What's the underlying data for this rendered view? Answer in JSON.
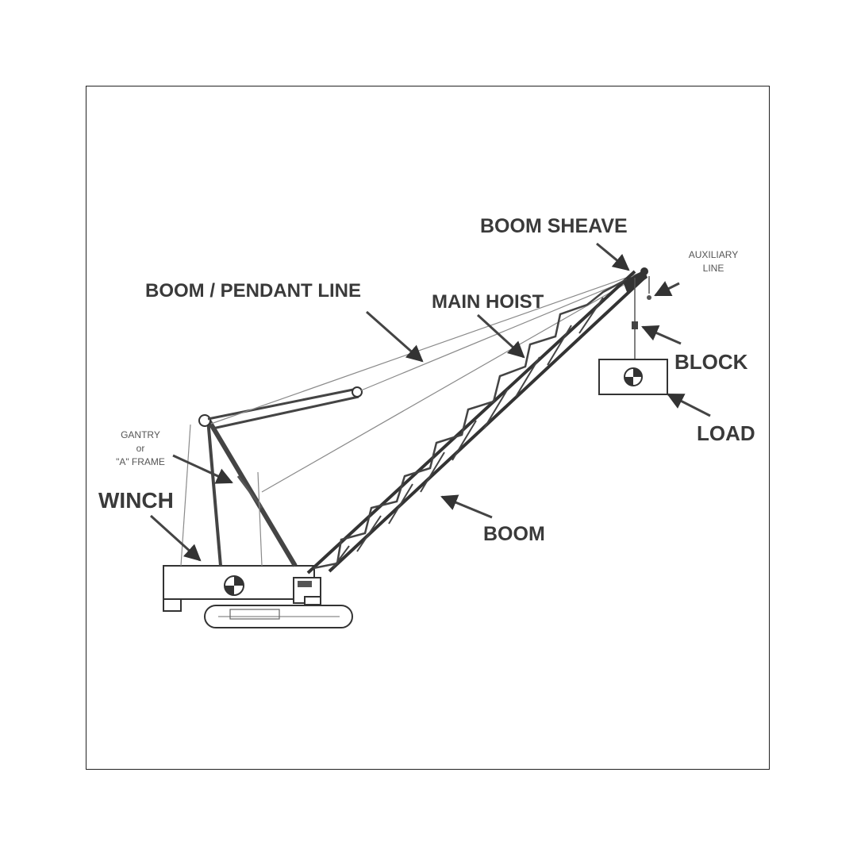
{
  "labels": {
    "boom_sheave": "BOOM SHEAVE",
    "auxiliary_line_1": "AUXILIARY",
    "auxiliary_line_2": "LINE",
    "boom_pendant_line": "BOOM / PENDANT LINE",
    "main_hoist": "MAIN HOIST",
    "block": "BLOCK",
    "load": "LOAD",
    "gantry_1": "GANTRY",
    "gantry_2": "or",
    "gantry_3": "\"A\" FRAME",
    "winch": "WINCH",
    "boom": "BOOM"
  },
  "colors": {
    "line": "#444444",
    "text": "#3a3a3a",
    "frame": "#222222"
  }
}
